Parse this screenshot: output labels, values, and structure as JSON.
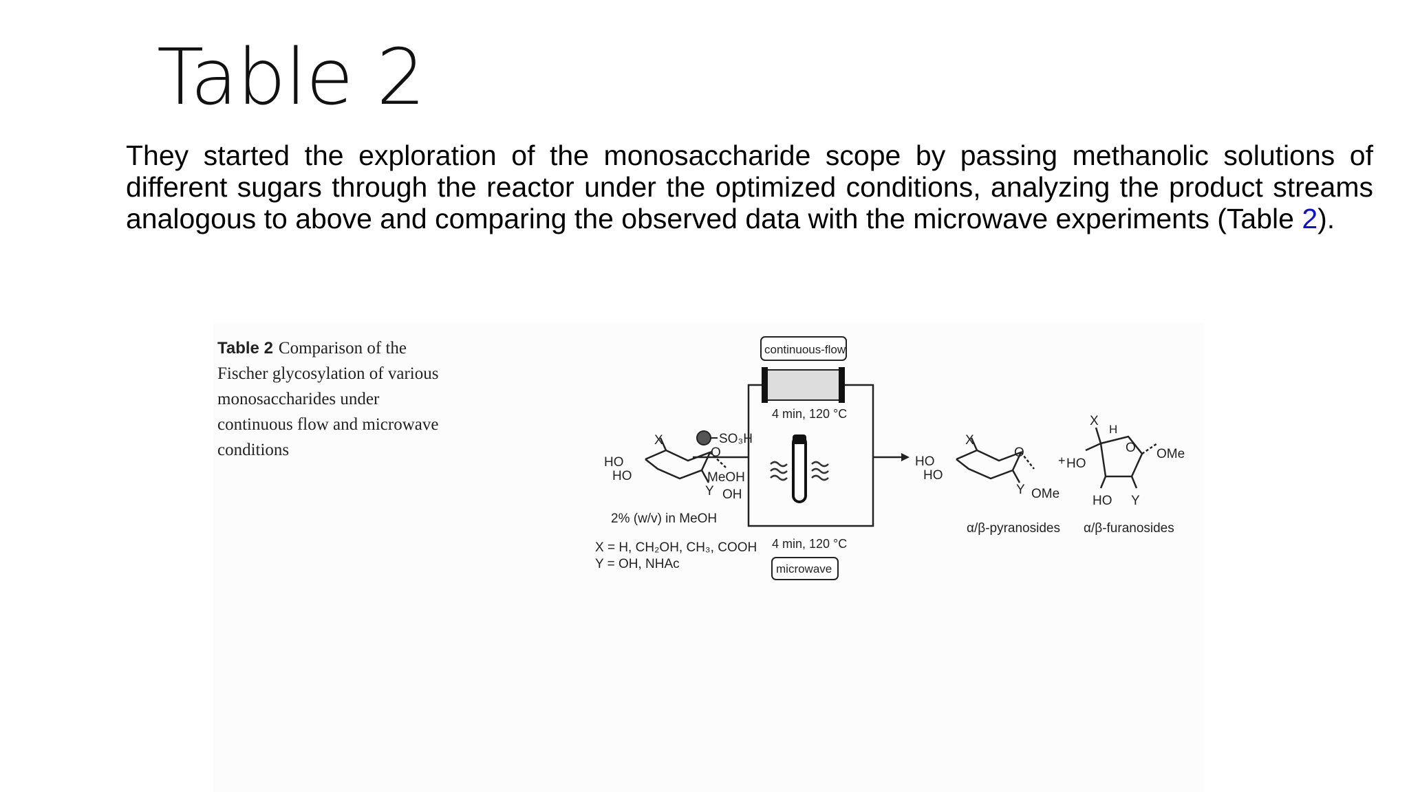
{
  "slide": {
    "title": "Table 2",
    "body_before_ref": "They started the exploration of the monosaccharide scope by passing methanolic solutions of different sugars through the reactor under the optimized conditions, analyzing the product streams analogous to above and comparing the observed data with the microwave experiments (Table ",
    "body_ref": "2",
    "body_after_ref": ")."
  },
  "figure": {
    "caption_label": "Table 2",
    "caption_text": "Comparison of the Fischer glycosylation of various monosaccharides under continuous flow and microwave conditions",
    "scheme": {
      "reactant_x": "X",
      "reactant_o": "O",
      "reactant_ho1": "HO",
      "reactant_ho2": "HO",
      "reactant_y": "Y",
      "reactant_oh": "OH",
      "catalyst": "SO₃H",
      "solvent": "MeOH",
      "concentration": "2% (w/v) in MeOH",
      "x_def": "X = H, CH₂OH, CH₃, COOH",
      "y_def": "Y = OH, NHAc",
      "flow_label": "continuous-flow",
      "flow_conditions": "4 min, 120 °C",
      "mw_conditions": "4 min, 120 °C",
      "mw_label": "microwave",
      "pyr_x": "X",
      "pyr_o": "O",
      "pyr_ho1": "HO",
      "pyr_ho2": "HO",
      "pyr_y": "Y",
      "pyr_ome": "OMe",
      "plus": "+",
      "fur_ho_left": "HO",
      "fur_x": "X",
      "fur_h": "H",
      "fur_o": "O",
      "fur_ome": "OMe",
      "fur_ho_bottom": "HO",
      "fur_y": "Y",
      "product1": "α/β-pyranosides",
      "product2": "α/β-furanosides"
    }
  }
}
